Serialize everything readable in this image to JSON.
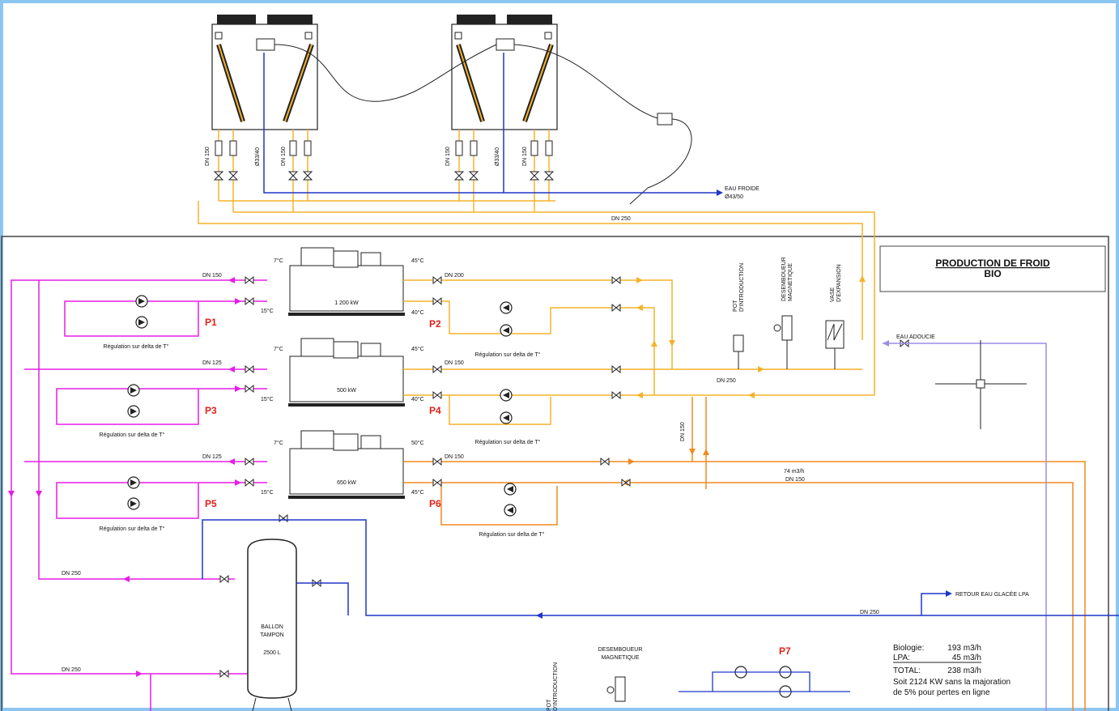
{
  "title_block": {
    "line1": "PRODUCTION DE FROID",
    "line2": "BIO"
  },
  "pipes": {
    "dn150_top_a": "DN 150",
    "dn150_top_b": "DN 150",
    "dn150_top_c": "DN 150",
    "dn150_top_d": "DN 150",
    "dia_a": "Ø33/40",
    "dia_b": "Ø33/40",
    "eau_froide": "EAU FROIDE",
    "eau_froide_dia": "Ø43/50",
    "dn250_top": "DN 250",
    "dn150_p1": "DN 150",
    "dn200_p2": "DN 200",
    "dn125_p3": "DN 125",
    "dn150_p4": "DN 150",
    "dn125_p5": "DN 125",
    "dn150_p6": "DN 150",
    "dn250_mid": "DN 250",
    "dn150_vert": "DN 150",
    "flow_74": "74 m3/h",
    "dn150_flow": "DN 150",
    "eau_adoucie": "EAU ADOUCIE",
    "dn250_left": "DN 250",
    "dn250_bottom": "DN 250",
    "dn250_retour": "DN 250",
    "retour_lpa": "RETOUR EAU GLACÉE LPA"
  },
  "chillers": [
    {
      "power": "1 200 kW",
      "t_in_left": "7°C",
      "t_out_left": "15°C",
      "t_in_right": "45°C",
      "t_out_right": "40°C"
    },
    {
      "power": "500 kW",
      "t_in_left": "7°C",
      "t_out_left": "15°C",
      "t_in_right": "45°C",
      "t_out_right": "40°C"
    },
    {
      "power": "650 kW",
      "t_in_left": "7°C",
      "t_out_left": "15°C",
      "t_in_right": "50°C",
      "t_out_right": "45°C"
    }
  ],
  "pumps": {
    "p1": "P1",
    "p2": "P2",
    "p3": "P3",
    "p4": "P4",
    "p5": "P5",
    "p6": "P6",
    "p7": "P7"
  },
  "regulation": [
    "Régulation sur delta de T°",
    "Régulation sur delta de T°",
    "Régulation sur delta de T°",
    "Régulation sur delta de T°",
    "Régulation sur delta de T°",
    "Régulation sur delta de T°"
  ],
  "equipment": {
    "pot_line1": "POT",
    "pot_line2": "D'INTRODUCTION",
    "desemb_line1": "DESEMBOUEUR",
    "desemb_line2": "MAGNETIQUE",
    "vase_line1": "VASE",
    "vase_line2": "D'EXPANSION",
    "ballon_line1": "BALLON",
    "ballon_line2": "TAMPON",
    "ballon_volume": "2500 L",
    "desemb_b_line1": "DESEMBOUEUR",
    "desemb_b_line2": "MAGNETIQUE",
    "pot_b_line1": "POT",
    "pot_b_line2": "D'INTRODUCTION"
  },
  "flows": {
    "bio_label": "Biologie:",
    "bio_value": "193 m3/h",
    "lpa_label": "LPA:",
    "lpa_value": "45 m3/h",
    "total_label": "TOTAL:",
    "total_value": "238 m3/h",
    "note1": "Soit 2124 KW sans la majoration",
    "note2": "de 5% pour pertes en ligne"
  },
  "colors": {
    "frame": "#8cc6f0",
    "magenta": "#e61ee6",
    "yellow": "#f5b22a",
    "orange": "#f08a1e",
    "blue": "#1f37c8",
    "lavender": "#9a8ee6",
    "dark": "#222222",
    "label_red": "#e0221a"
  }
}
